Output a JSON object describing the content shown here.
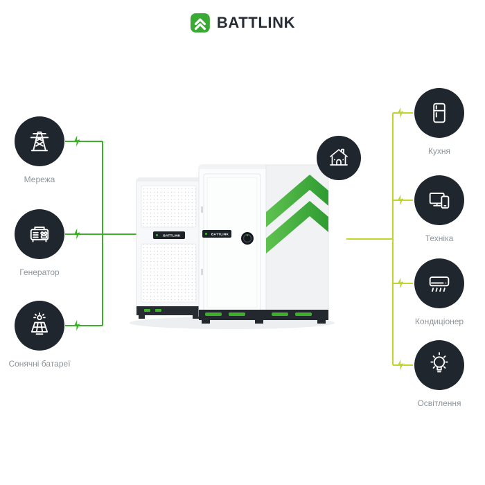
{
  "header": {
    "brand": "BATTLINK"
  },
  "sources": [
    {
      "label": "Мережа",
      "icon": "transmission-tower-icon"
    },
    {
      "label": "Генератор",
      "icon": "generator-icon"
    },
    {
      "label": "Сонячні батареї",
      "icon": "solar-panel-icon"
    }
  ],
  "loads": [
    {
      "label": "Кухня",
      "icon": "fridge-icon"
    },
    {
      "label": "Техніка",
      "icon": "electronics-icon"
    },
    {
      "label": "Кондиціонер",
      "icon": "air-conditioner-icon"
    },
    {
      "label": "Освітлення",
      "icon": "light-bulb-icon"
    }
  ],
  "center": {
    "unit_brand": "BATTLINK",
    "building_icon": "house-icon"
  },
  "colors": {
    "icon_circle_bg": "#20262E",
    "label_text": "#8E949B",
    "source_line_green": "#3FAE2A",
    "load_line_yellow_green": "#C2D52C",
    "brand_green": "#3BAA35",
    "chevron_green_light": "#5FC24F",
    "chevron_green_dark": "#2E9B32"
  }
}
